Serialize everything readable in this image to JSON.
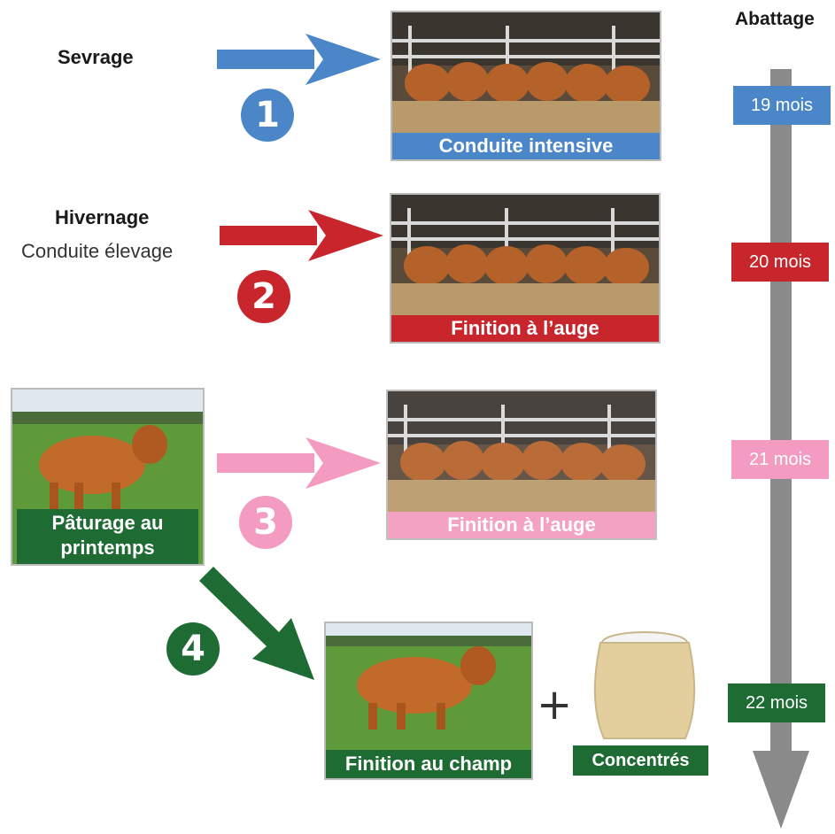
{
  "header": {
    "slaughter_label": "Abattage"
  },
  "rows": [
    {
      "number": "1",
      "left_title": "Sevrage",
      "left_subtitle": "",
      "caption": "Conduite intensive",
      "age": "19 mois",
      "color": "#4a86c8"
    },
    {
      "number": "2",
      "left_title": "Hivernage",
      "left_subtitle": "Conduite élevage",
      "caption": "Finition à l’auge",
      "age": "20 mois",
      "color": "#c8262c"
    },
    {
      "number": "3",
      "left_title": "",
      "left_subtitle": "",
      "caption": "Finition à l’auge",
      "age": "21 mois",
      "color": "#f39bc0"
    },
    {
      "number": "4",
      "left_title": "",
      "left_subtitle": "",
      "caption": "Finition au champ",
      "age": "22 mois",
      "color": "#1f6b34"
    }
  ],
  "spring_pasture": {
    "caption": "Pâturage au printemps",
    "color": "#1f6b34"
  },
  "concentrates": {
    "plus": "+",
    "label": "Concentrés",
    "color": "#1f6b34"
  },
  "icons": [
    "cattle-feeding-photo",
    "cow-in-field-photo",
    "feed-sack-icon",
    "timeline-arrow"
  ],
  "colors": {
    "timeline": "#8a8a8a"
  }
}
